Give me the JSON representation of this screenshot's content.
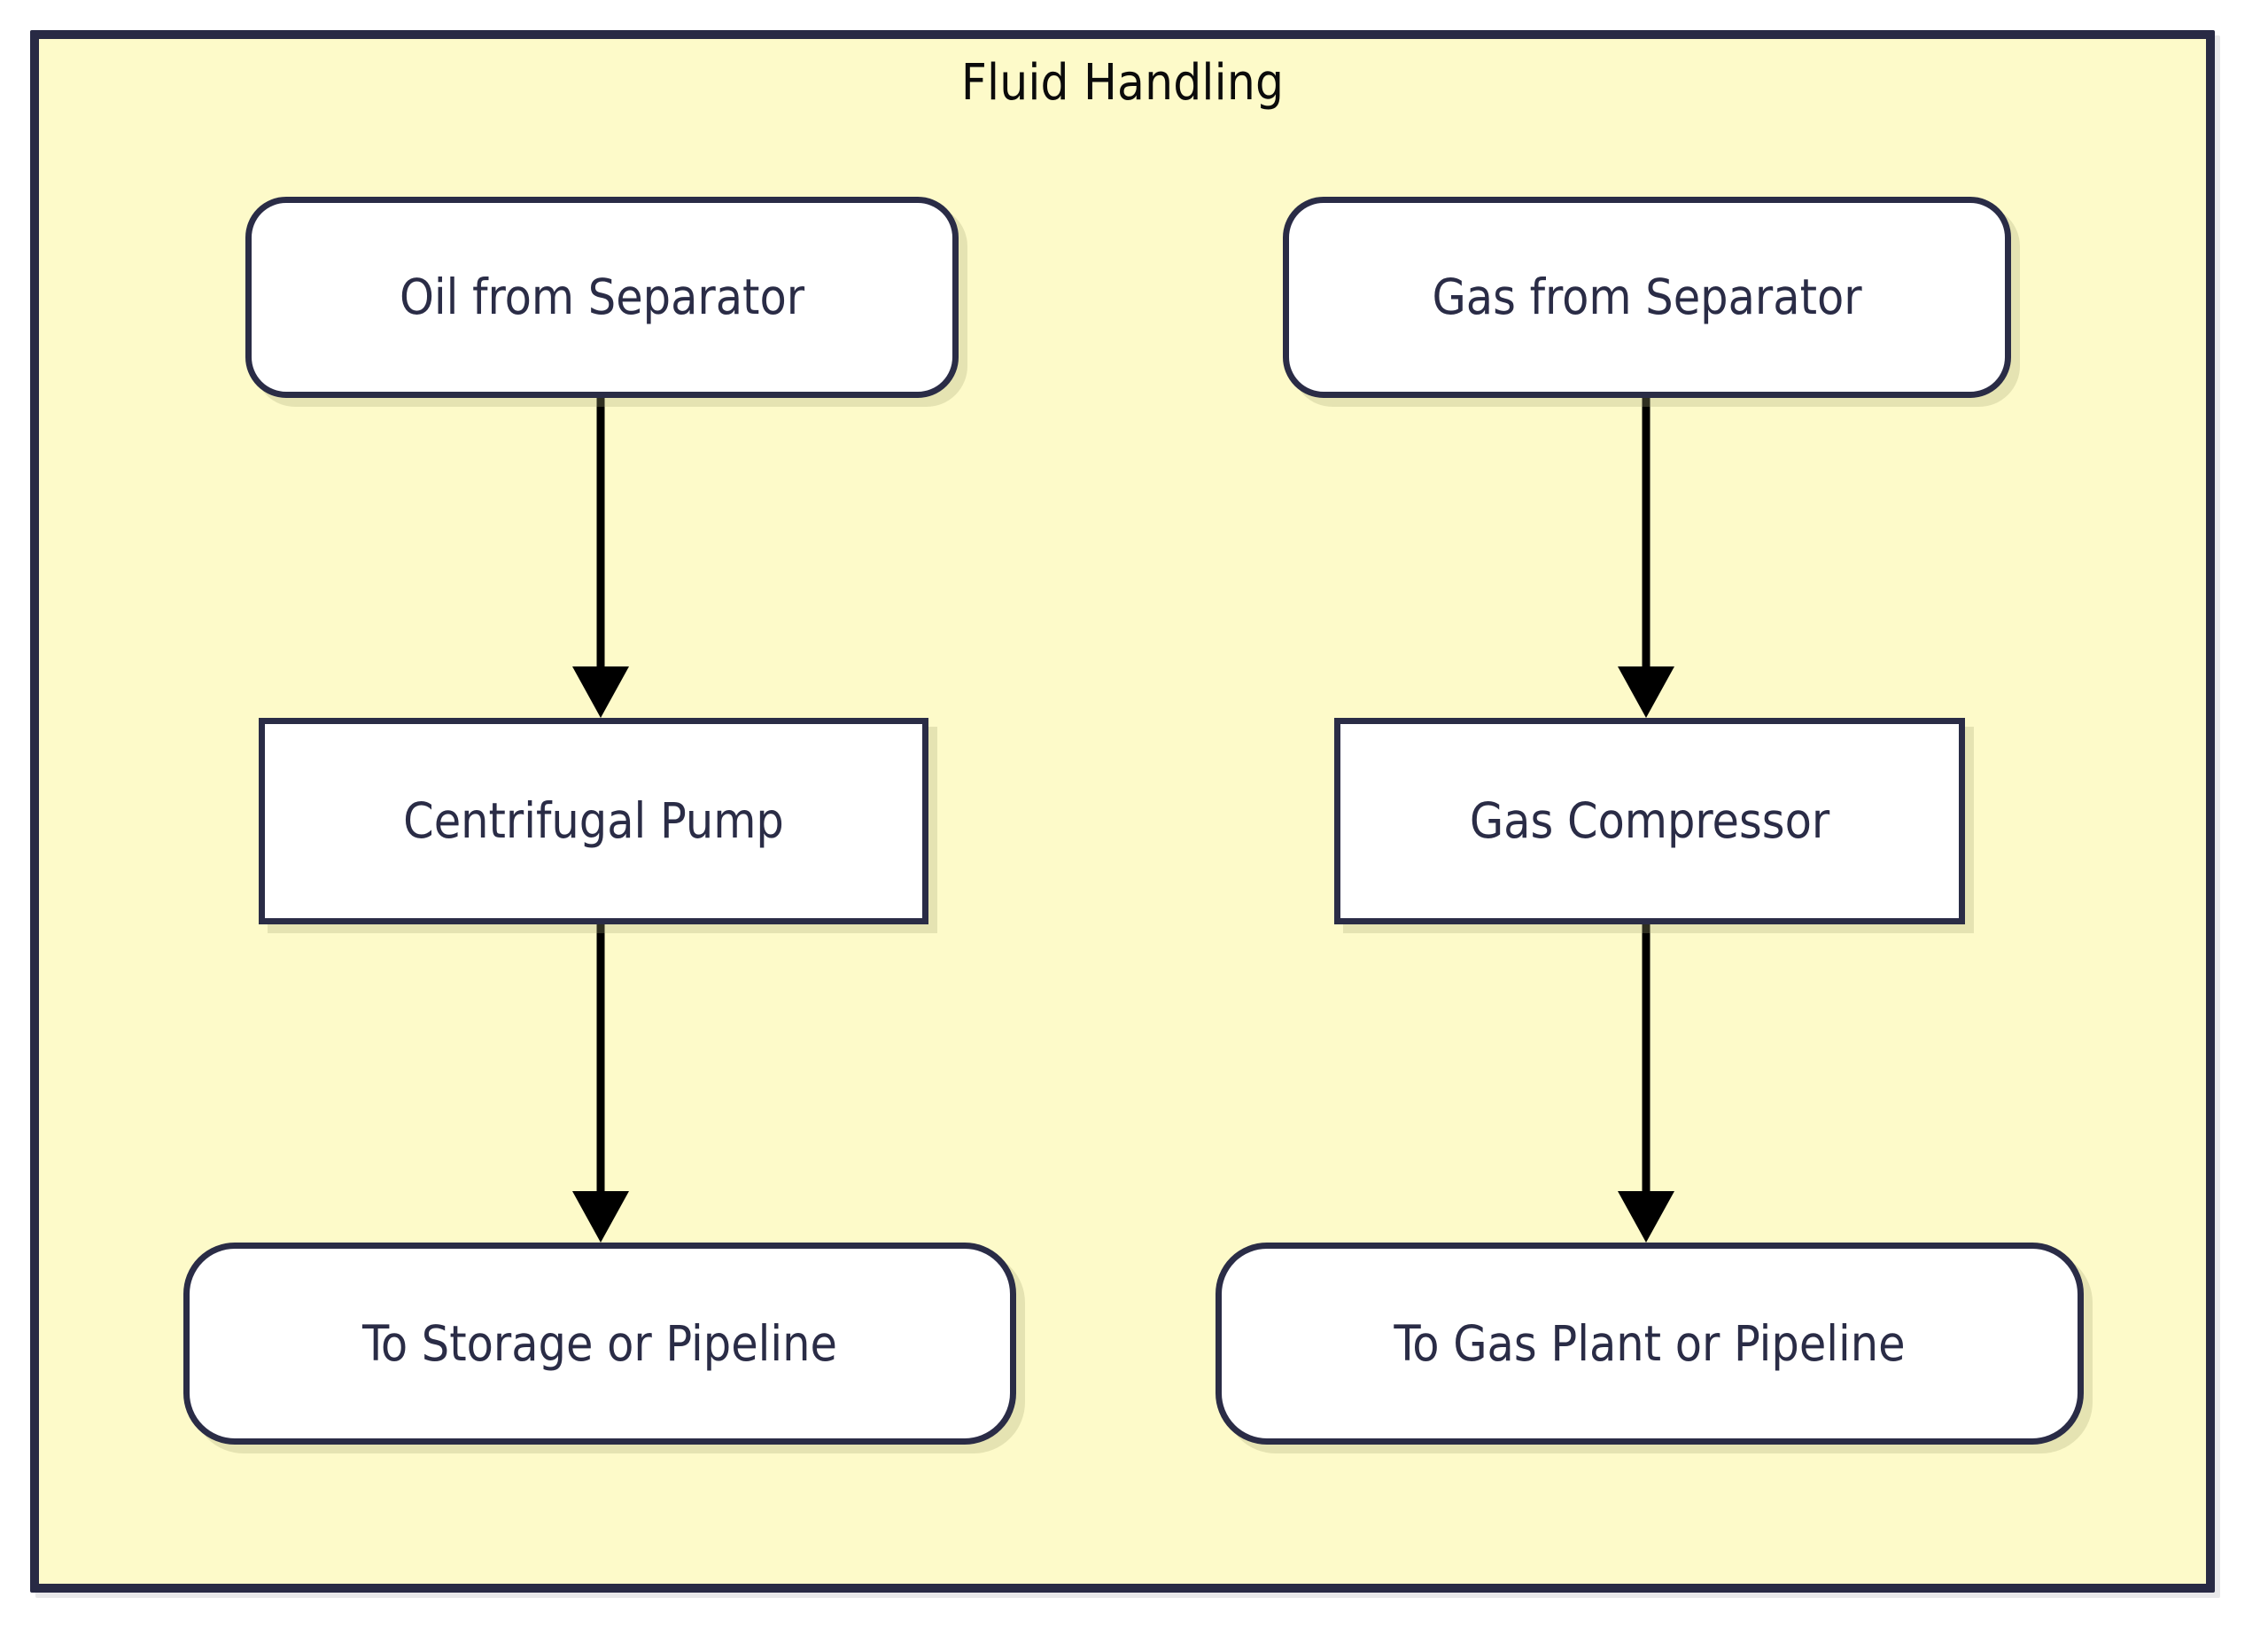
{
  "diagram": {
    "type": "flowchart",
    "direction": "top-down",
    "background_color": "#ffffff",
    "subgraph": {
      "title": "Fluid Handling",
      "fill_color": "#fdfac9",
      "border_color": "#282a44"
    },
    "node_style": {
      "fill_color": "#ffffff",
      "border_color": "#2a2c46",
      "text_color": "#2a2c46"
    },
    "edge_style": {
      "color": "#000000",
      "arrowhead": "solid-triangle"
    },
    "nodes": [
      {
        "id": "oil_in",
        "label": "Oil from Separator",
        "shape": "rounded",
        "column": "left"
      },
      {
        "id": "gas_in",
        "label": "Gas from Separator",
        "shape": "rounded",
        "column": "right"
      },
      {
        "id": "pump",
        "label": "Centrifugal Pump",
        "shape": "rect",
        "column": "left"
      },
      {
        "id": "compressor",
        "label": "Gas Compressor",
        "shape": "rect",
        "column": "right"
      },
      {
        "id": "oil_out",
        "label": "To Storage or Pipeline",
        "shape": "stadium",
        "column": "left"
      },
      {
        "id": "gas_out",
        "label": "To Gas Plant or Pipeline",
        "shape": "stadium",
        "column": "right"
      }
    ],
    "edges": [
      {
        "from": "oil_in",
        "to": "pump",
        "label": ""
      },
      {
        "from": "pump",
        "to": "oil_out",
        "label": ""
      },
      {
        "from": "gas_in",
        "to": "compressor",
        "label": ""
      },
      {
        "from": "compressor",
        "to": "gas_out",
        "label": ""
      }
    ]
  }
}
